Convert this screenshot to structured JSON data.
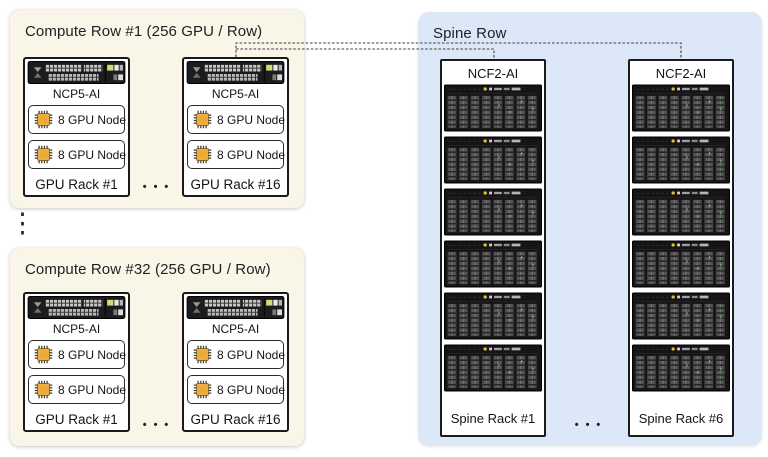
{
  "compute_rows": [
    {
      "title": "Compute Row #1 (256 GPU / Row)",
      "racks": [
        {
          "switch_model": "NCP5-AI",
          "nodes": [
            "8 GPU Node",
            "8 GPU Node"
          ],
          "rack_label": "GPU Rack #1"
        },
        {
          "switch_model": "NCP5-AI",
          "nodes": [
            "8 GPU Node",
            "8 GPU Node"
          ],
          "rack_label": "GPU Rack #16"
        }
      ],
      "rack_ellipsis": "•••"
    },
    {
      "title": "Compute Row #32 (256 GPU / Row)",
      "racks": [
        {
          "switch_model": "NCP5-AI",
          "nodes": [
            "8 GPU Node",
            "8 GPU Node"
          ],
          "rack_label": "GPU Rack #1"
        },
        {
          "switch_model": "NCP5-AI",
          "nodes": [
            "8 GPU Node",
            "8 GPU Node"
          ],
          "rack_label": "GPU Rack #16"
        }
      ],
      "rack_ellipsis": "•••"
    }
  ],
  "rows_ellipsis": "⋮",
  "spine_row": {
    "title": "Spine Row",
    "chassis_count": 6,
    "racks": [
      {
        "switch_model": "NCF2-AI",
        "rack_label": "Spine Rack #1"
      },
      {
        "switch_model": "NCF2-AI",
        "rack_label": "Spine Rack #6"
      }
    ],
    "rack_ellipsis": "•••"
  },
  "colors": {
    "compute_row_bg": "#faf6e7",
    "spine_row_bg": "#dce8f8",
    "chip_accent": "#efb141",
    "connector_line": "#3f3f3f"
  }
}
